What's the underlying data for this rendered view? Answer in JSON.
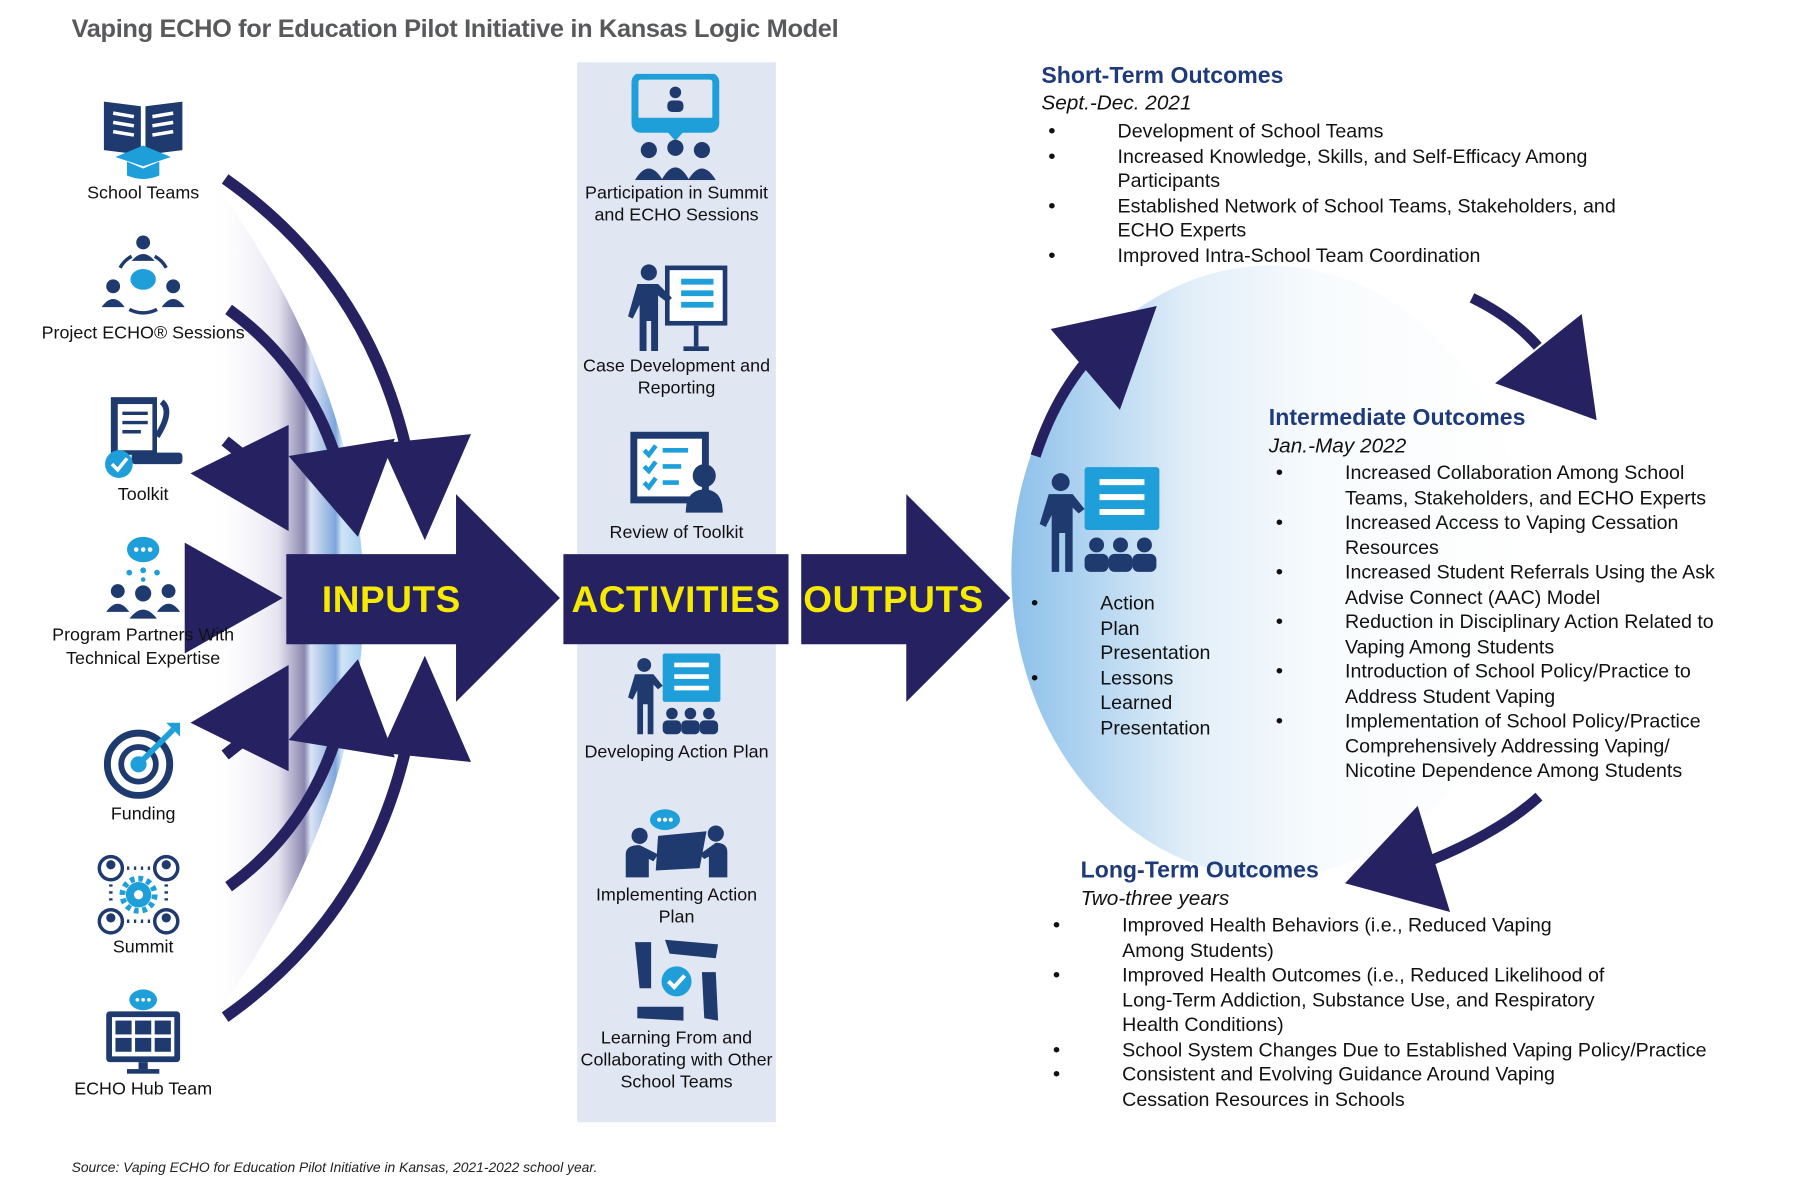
{
  "title": "Vaping ECHO for Education Pilot Initiative in Kansas Logic Model",
  "colors": {
    "navy": "#262262",
    "accent_blue": "#1e9fda",
    "icon_navy": "#1f3a6e",
    "banner_text": "#f5ea00",
    "heading": "#1f3a7a",
    "activity_bg": "#e1e6f3"
  },
  "inputs": {
    "banner": "INPUTS",
    "items": [
      {
        "label": "School Teams",
        "icon": "book-graduation-cap-icon"
      },
      {
        "label": "Project ECHO® Sessions",
        "icon": "group-discussion-icon"
      },
      {
        "label": "Toolkit",
        "icon": "document-checkmark-icon"
      },
      {
        "label": "Program Partners With Technical Expertise",
        "icon": "team-network-icon"
      },
      {
        "label": "Funding",
        "icon": "target-arrow-icon"
      },
      {
        "label": "Summit",
        "icon": "gear-people-icon"
      },
      {
        "label": "ECHO Hub Team",
        "icon": "video-conference-icon"
      }
    ]
  },
  "activities": {
    "banner": "ACTIVITIES",
    "items": [
      {
        "label": "Participation in Summit and ECHO Sessions",
        "icon": "presentation-screen-icon"
      },
      {
        "label": "Case Development and Reporting",
        "icon": "presenter-board-icon"
      },
      {
        "label": "Review of Toolkit",
        "icon": "checklist-person-icon"
      },
      {
        "label": "Developing Action Plan",
        "icon": "presenter-audience-icon"
      },
      {
        "label": "Implementing Action Plan",
        "icon": "collaboration-icon"
      },
      {
        "label": "Learning From and Collaborating with Other School Teams",
        "icon": "hands-circle-icon"
      }
    ]
  },
  "outputs": {
    "banner": "OUTPUTS",
    "icon": "presenter-audience-icon",
    "items": [
      "Action Plan Presentation",
      "Lessons Learned Presentation"
    ]
  },
  "short_term": {
    "heading": "Short-Term Outcomes",
    "period": "Sept.-Dec. 2021",
    "items": [
      "Development of School Teams",
      "Increased Knowledge, Skills, and Self-Efficacy Among Participants",
      "Established Network of School Teams, Stakeholders, and ECHO Experts",
      "Improved Intra-School Team Coordination"
    ]
  },
  "intermediate": {
    "heading": "Intermediate Outcomes",
    "period": "Jan.-May 2022",
    "items": [
      "Increased Collaboration Among School Teams, Stakeholders, and ECHO Experts",
      "Increased Access to Vaping Cessation Resources",
      "Increased Student Referrals Using the Ask Advise Connect (AAC) Model",
      "Reduction in Disciplinary Action Related to Vaping Among Students",
      "Introduction of School Policy/Practice to Address Student Vaping",
      "Implementation of School Policy/Practice Comprehensively Addressing Vaping/ Nicotine Dependence Among Students"
    ]
  },
  "long_term": {
    "heading": "Long-Term Outcomes",
    "period": "Two-three years",
    "items": [
      "Improved Health Behaviors (i.e., Reduced Vaping Among Students)",
      "Improved Health Outcomes (i.e., Reduced Likelihood of Long-Term Addiction, Substance Use, and Respiratory Health Conditions)",
      "School System Changes Due to Established Vaping Policy/Practice",
      "Consistent and Evolving Guidance Around Vaping Cessation Resources in Schools"
    ]
  },
  "source": "Source: Vaping ECHO for Education Pilot Initiative in Kansas, 2021-2022 school year."
}
